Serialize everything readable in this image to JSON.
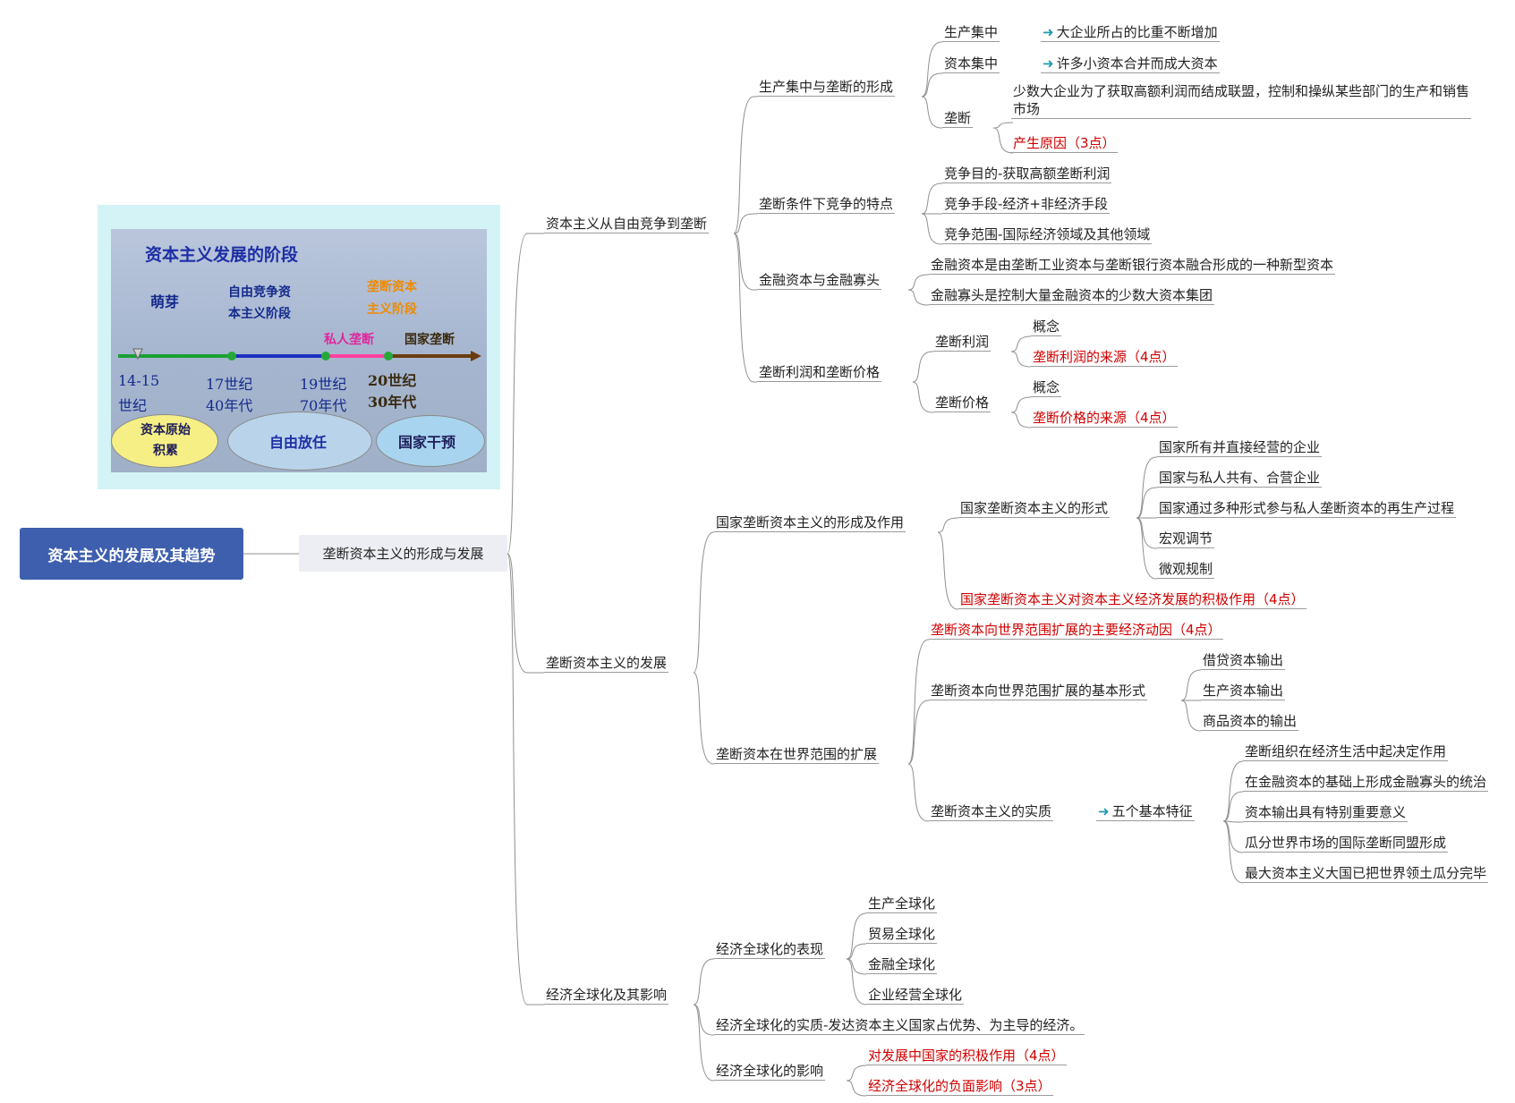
{
  "root": "资本主义的发展及其趋势",
  "main": "垄断资本主义的形成与发展",
  "timeline": {
    "title": "资本主义发展的阶段",
    "stage1": "萌芽",
    "stage2a": "自由竞争资",
    "stage2b": "本主义阶段",
    "stage3a": "垄断资本",
    "stage3b": "主义阶段",
    "private": "私人垄断",
    "state": "国家垄断",
    "t1a": "14-15",
    "t1b": "世纪",
    "t2a": "17世纪",
    "t2b": "40年代",
    "t3a": "19世纪",
    "t3b": "70年代",
    "t4a": "20世纪",
    "t4b": "30年代",
    "e1a": "资本原始",
    "e1b": "积累",
    "e2": "自由放任",
    "e3": "国家干预"
  },
  "b1": {
    "label": "资本主义从自由竞争到垄断",
    "s1": {
      "label": "生产集中与垄断的形成",
      "a": "生产集中",
      "a1": "大企业所占的比重不断增加",
      "b": "资本集中",
      "b1": "许多小资本合并而成大资本",
      "c": "垄断",
      "c1": "少数大企业为了获取高额利润而结成联盟，控制和操纵某些部门的生产和销售市场",
      "c2": "产生原因（3点）"
    },
    "s2": {
      "label": "垄断条件下竞争的特点",
      "a": "竞争目的-获取高额垄断利润",
      "b": "竞争手段-经济+非经济手段",
      "c": "竞争范围-国际经济领域及其他领域"
    },
    "s3": {
      "label": "金融资本与金融寡头",
      "a": "金融资本是由垄断工业资本与垄断银行资本融合形成的一种新型资本",
      "b": "金融寡头是控制大量金融资本的少数大资本集团"
    },
    "s4": {
      "label": "垄断利润和垄断价格",
      "a": "垄断利润",
      "a1": "概念",
      "a2": "垄断利润的来源（4点）",
      "b": "垄断价格",
      "b1": "概念",
      "b2": "垄断价格的来源（4点）"
    }
  },
  "b2": {
    "label": "垄断资本主义的发展",
    "s1": {
      "label": "国家垄断资本主义的形成及作用",
      "f": "国家垄断资本主义的形式",
      "f1": "国家所有并直接经营的企业",
      "f2": "国家与私人共有、合营企业",
      "f3": "国家通过多种形式参与私人垄断资本的再生产过程",
      "f4": "宏观调节",
      "f5": "微观规制",
      "g": "国家垄断资本主义对资本主义经济发展的积极作用（4点）"
    },
    "s2": {
      "label": "垄断资本在世界范围的扩展",
      "a": "垄断资本向世界范围扩展的主要经济动因（4点）",
      "b": "垄断资本向世界范围扩展的基本形式",
      "b1": "借贷资本输出",
      "b2": "生产资本输出",
      "b3": "商品资本的输出",
      "c": "垄断资本主义的实质",
      "c0": "五个基本特征",
      "c1": "垄断组织在经济生活中起决定作用",
      "c2": "在金融资本的基础上形成金融寡头的统治",
      "c3": "资本输出具有特别重要意义",
      "c4": "瓜分世界市场的国际垄断同盟形成",
      "c5": "最大资本主义大国已把世界领土瓜分完毕"
    }
  },
  "b3": {
    "label": "经济全球化及其影响",
    "s1": {
      "label": "经济全球化的表现",
      "a": "生产全球化",
      "b": "贸易全球化",
      "c": "金融全球化",
      "d": "企业经营全球化"
    },
    "s2": {
      "label": "经济全球化的实质-发达资本主义国家占优势、为主导的经济。"
    },
    "s3": {
      "label": "经济全球化的影响",
      "a": "对发展中国家的积极作用（4点）",
      "b": "经济全球化的负面影响（3点）"
    }
  }
}
